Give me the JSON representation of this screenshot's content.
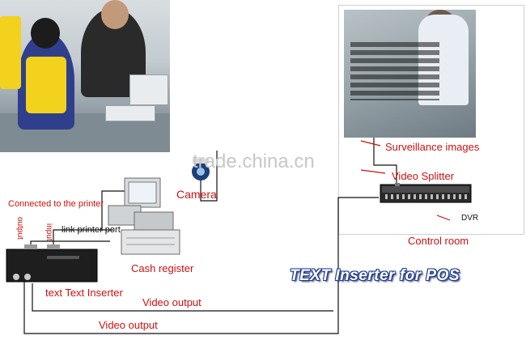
{
  "labels": {
    "connected_printer": "Connected to the printer",
    "link_printer_port": "link printer port",
    "output": "output",
    "input": "input",
    "camera": "Camera",
    "cash_register": "Cash register",
    "text_inserter": "text Text Inserter",
    "video_output_1": "Video output",
    "video_output_2": "Video output",
    "surveillance_images": "Surveillance images",
    "video_splitter": "Video Splitter",
    "dvr": "DVR",
    "control_room": "Control room",
    "title": "TEXT Inserter for POS",
    "watermark": "trade.china.cn"
  },
  "colors": {
    "label_red": "#cc1111",
    "wire": "#111111",
    "banner_outline": "#1f3d8c"
  },
  "icons": [
    "camera-icon",
    "cash-register-icon",
    "text-inserter-icon",
    "video-splitter-icon"
  ]
}
